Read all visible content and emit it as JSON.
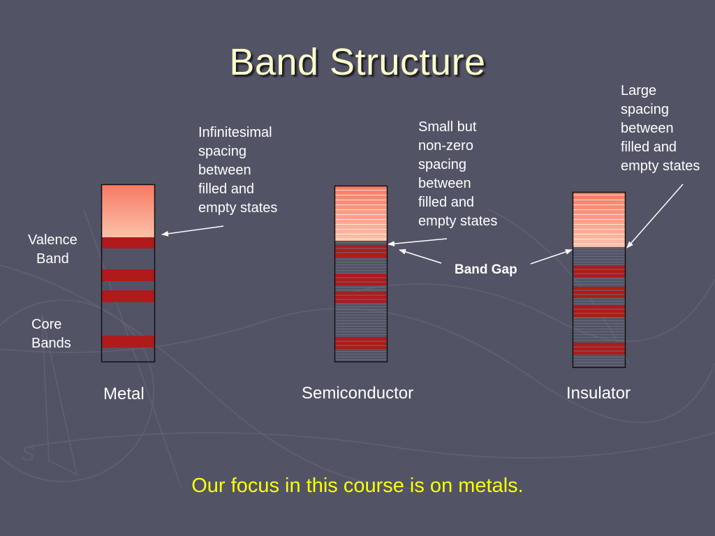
{
  "slide": {
    "title": "Band Structure",
    "focus_text": "Our focus in this course is on metals."
  },
  "labels": {
    "valence_band": "Valence\nBand",
    "core_bands": "Core\nBands",
    "band_gap": "Band Gap"
  },
  "annotations": {
    "metal": "Infinitesimal\nspacing\nbetween\nfilled and\nempty states",
    "semiconductor": "Small but\nnon-zero\nspacing\nbetween\nfilled and\nempty states",
    "insulator": "Large\nspacing\nbetween\nfilled and\nempty states"
  },
  "columns": [
    {
      "name": "Metal"
    },
    {
      "name": "Semiconductor"
    },
    {
      "name": "Insulator"
    }
  ],
  "colors": {
    "background": "#525466",
    "title": "#ffffcc",
    "band_red": "#b01a1a",
    "empty_top": "#f87a64",
    "empty_bottom": "#fcc0a8",
    "focus": "#ffff00"
  }
}
